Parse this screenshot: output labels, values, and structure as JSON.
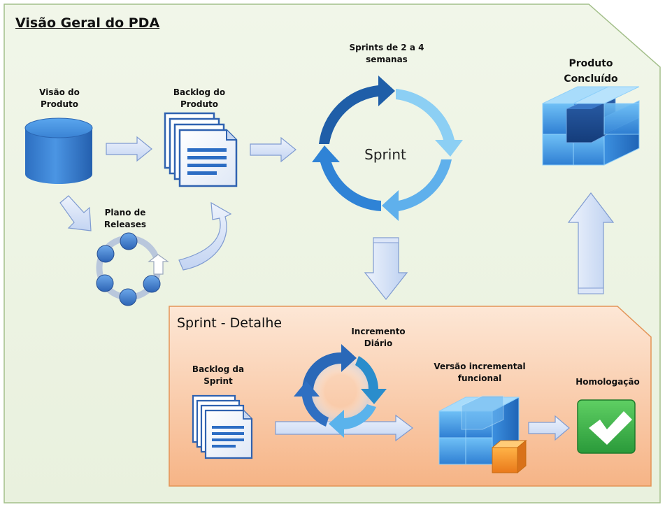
{
  "title": "Visão Geral do PDA",
  "labels": {
    "visao_produto": "Visão do Produto",
    "backlog_produto": "Backlog do Produto",
    "sprints_semanas": "Sprints de 2 a 4 semanas",
    "produto_concluido": "Produto Concluído",
    "plano_releases": "Plano de Releases",
    "sprint_center": "Sprint"
  },
  "detail": {
    "title": "Sprint - Detalhe",
    "backlog_sprint": "Backlog da Sprint",
    "incremento_diario": "Incremento Diário",
    "versao_incremental": "Versão incremental funcional",
    "homologacao": "Homologação"
  },
  "colors": {
    "outer_bg": "#eef4e4",
    "outer_border": "#9cb884",
    "detail_bg_top": "#fde3cf",
    "detail_bg_bottom": "#f7b98b",
    "detail_border": "#e58e4e",
    "arrow_fill": "#d3e0f7",
    "arrow_stroke": "#7f9bd1",
    "blue_dark": "#1f5fa8",
    "blue_mid": "#3b86d6",
    "blue_light": "#8fcff5",
    "green": "#37a845",
    "orange": "#f2922a"
  }
}
